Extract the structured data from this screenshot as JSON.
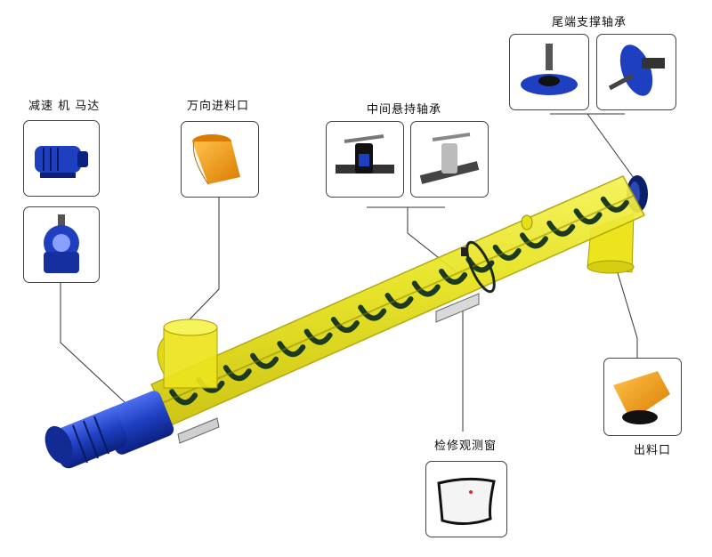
{
  "labels": {
    "motor_reducer": "减速 机 马达",
    "universal_inlet": "万向进料口",
    "intermediate_bearing": "中间悬持轴承",
    "tail_bearing": "尾端支撑轴承",
    "inspection_window": "检修观测窗",
    "outlet": "出料口"
  },
  "colors": {
    "tube": "#f2ee2a",
    "tube_edge": "#b8a800",
    "flight": "#1c3a20",
    "motor": "#1e3fc0",
    "inlet_orange": "#f3a21a"
  }
}
